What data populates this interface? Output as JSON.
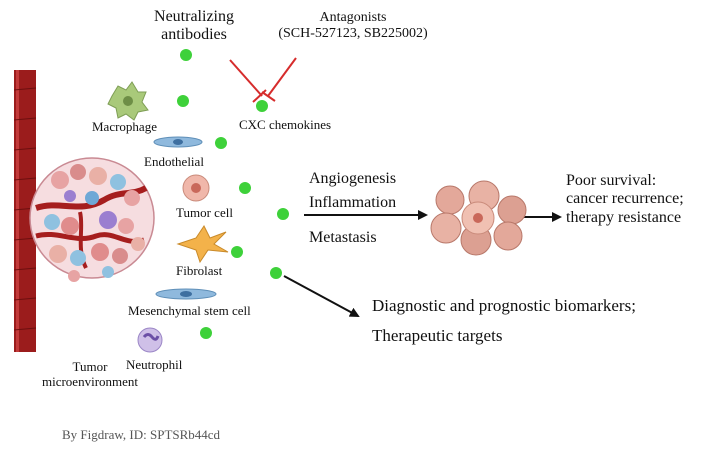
{
  "labels": {
    "neutralizing": [
      "Neutralizing",
      "antibodies"
    ],
    "antagonists": [
      "Antagonists",
      "(SCH-527123, SB225002)"
    ],
    "cxc": "CXC chemokines",
    "macrophage": "Macrophage",
    "endothelial": "Endothelial",
    "tumor_cell": "Tumor cell",
    "fibroblast": "Fibrolast",
    "msc": "Mesenchymal stem cell",
    "neutrophil": "Neutrophil",
    "tme": [
      "Tumor",
      "microenvironment"
    ],
    "processes": [
      "Angiogenesis",
      "Inflammation",
      "Metastasis"
    ],
    "outcome": [
      "Poor survival:",
      "cancer recurrence;",
      "therapy resistance"
    ],
    "biomarkers": [
      "Diagnostic and prognostic biomarkers;",
      "Therapeutic targets"
    ],
    "credit": "By Figdraw, ID: SPTSRb44cd"
  },
  "colors": {
    "dot": "#3ed13a",
    "inhibit": "#d62c2c",
    "vessel": "#9b1c1c",
    "arrow": "#111111"
  }
}
